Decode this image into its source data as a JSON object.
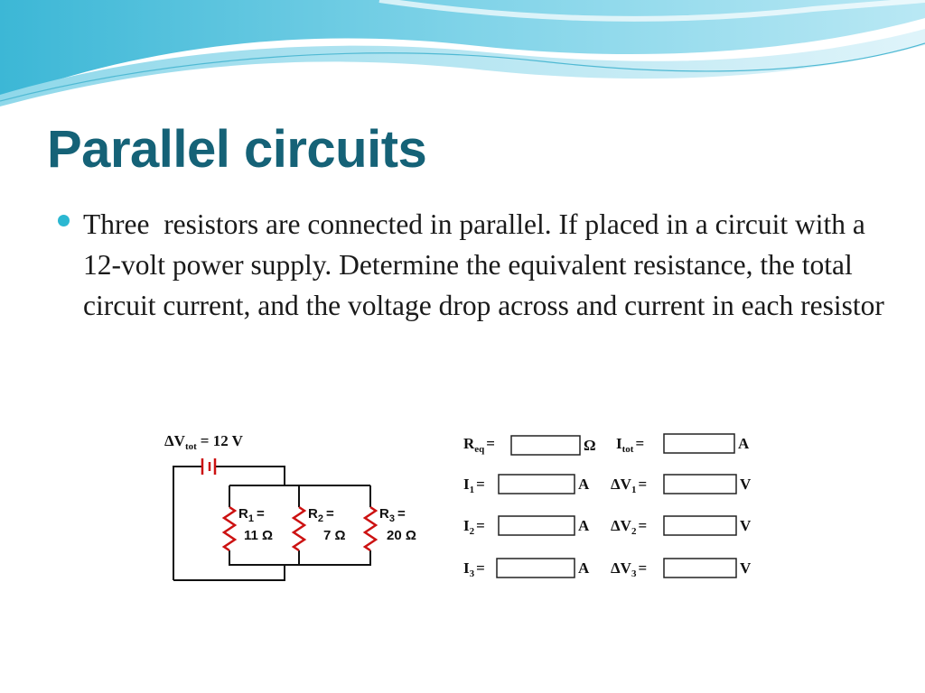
{
  "slide": {
    "title": "Parallel circuits",
    "bullet": "Three  resistors are connected in parallel. If placed in a circuit with a 12-volt power supply. Determine the equivalent resistance, the total circuit current, and the voltage drop across and current in each resistor"
  },
  "figure": {
    "supply": {
      "prefix": "ΔV",
      "sub": "tot",
      "value": "= 12 V"
    },
    "resistors": [
      {
        "name": "R",
        "sub": "1",
        "eq": "=",
        "value": "11 Ω"
      },
      {
        "name": "R",
        "sub": "2",
        "eq": "=",
        "value": "7 Ω"
      },
      {
        "name": "R",
        "sub": "3",
        "eq": "=",
        "value": "20 Ω"
      }
    ],
    "answers": [
      {
        "label": "R",
        "sub": "eq",
        "eq": "=",
        "unit": "Ω"
      },
      {
        "label": "I",
        "sub": "tot",
        "eq": "=",
        "unit": "A"
      },
      {
        "label": "I",
        "sub": "1",
        "eq": "=",
        "unit": "A"
      },
      {
        "label": "ΔV",
        "sub": "1",
        "eq": "=",
        "unit": "V"
      },
      {
        "label": "I",
        "sub": "2",
        "eq": "=",
        "unit": "A"
      },
      {
        "label": "ΔV",
        "sub": "2",
        "eq": "=",
        "unit": "V"
      },
      {
        "label": "I",
        "sub": "3",
        "eq": "=",
        "unit": "A"
      },
      {
        "label": "ΔV",
        "sub": "3",
        "eq": "=",
        "unit": "V"
      }
    ]
  }
}
